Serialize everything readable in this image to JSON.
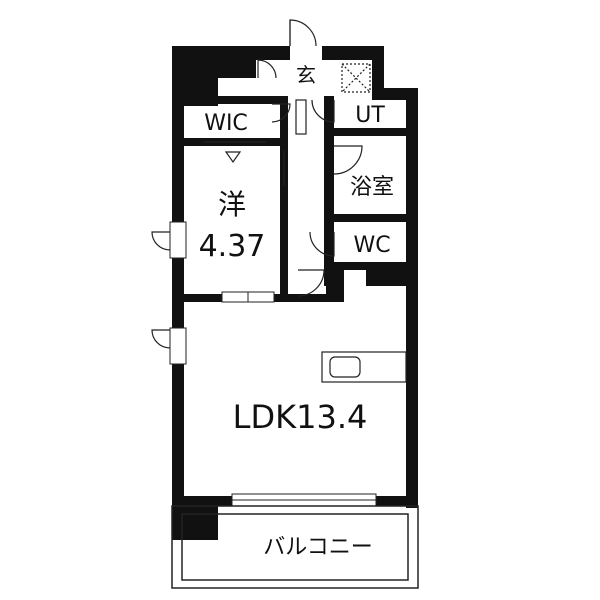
{
  "floor_plan": {
    "rooms": {
      "entrance": "玄",
      "wic": "WIC",
      "ut": "UT",
      "bath": "浴室",
      "western_name": "洋",
      "western_size": "4.37",
      "wc": "WC",
      "ldk": "LDK13.4",
      "balcony": "バルコニー"
    },
    "colors": {
      "wall": "#111111",
      "floor": "#ffffff",
      "line": "#222222"
    }
  }
}
